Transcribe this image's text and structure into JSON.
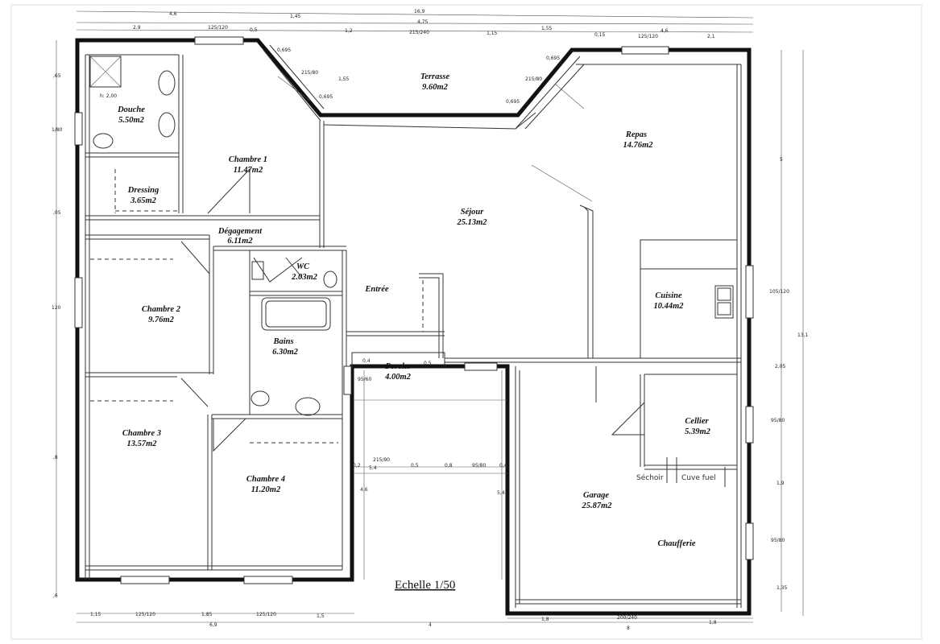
{
  "title": "Echelle 1/50",
  "rooms": {
    "terrasse": {
      "name": "Terrasse",
      "area": "9.60m2"
    },
    "douche": {
      "name": "Douche",
      "area": "5.50m2"
    },
    "chambre1": {
      "name": "Chambre 1",
      "area": "11.47m2"
    },
    "dressing": {
      "name": "Dressing",
      "area": "3.65m2"
    },
    "degagement": {
      "name": "Dégagement",
      "area": "6.11m2"
    },
    "wc": {
      "name": "WC",
      "area": "2.03m2"
    },
    "entree": {
      "name": "Entrée"
    },
    "sejour": {
      "name": "Séjour",
      "area": "25.13m2"
    },
    "repas": {
      "name": "Repas",
      "area": "14.76m2"
    },
    "cuisine": {
      "name": "Cuisine",
      "area": "10.44m2"
    },
    "chambre2": {
      "name": "Chambre 2",
      "area": "9.76m2"
    },
    "bains": {
      "name": "Bains",
      "area": "6.30m2"
    },
    "porche": {
      "name": "Porche",
      "area": "4.00m2"
    },
    "cellier": {
      "name": "Cellier",
      "area": "5.39m2"
    },
    "chambre3": {
      "name": "Chambre 3",
      "area": "13.57m2"
    },
    "chambre4": {
      "name": "Chambre 4",
      "area": "11.20m2"
    },
    "garage": {
      "name": "Garage",
      "area": "25.87m2"
    },
    "chaufferie": {
      "name": "Chaufferie"
    }
  },
  "annotations": {
    "h_douche": "h: 2,00",
    "sechoir": "Séchoir",
    "cuve_fuel": "Cuve fuel"
  },
  "dims_top_row1": [
    "4,6",
    "1,45",
    "16,9",
    "4,75",
    "4,6"
  ],
  "dims_top_row2": [
    "2,9",
    "125/120",
    "0,5",
    "1,2",
    "215/240",
    "1,15",
    "1,55",
    "0,15",
    "125/120",
    "2,1"
  ],
  "dims_bottom": [
    "1,15",
    "125/120",
    "1,85",
    "125/120",
    "1,5",
    "1,8",
    "200/240",
    "1,8"
  ],
  "dims_bottom_total": [
    "6,9",
    "4",
    "8"
  ],
  "dims_left": [
    ",65",
    "1/80",
    ",05",
    "120",
    ",8",
    ",6"
  ],
  "dims_right": [
    "5",
    "105/120",
    "13,1",
    "2,05",
    "95/80",
    "1,9",
    "95/80",
    "1,35"
  ],
  "dims_center": [
    "0,695",
    "215/80",
    "0,695",
    "1,55",
    "0,695",
    "215/80",
    "0,695",
    "0,4",
    "0,5",
    "95/60",
    "215/90",
    "0,2",
    "5,4",
    "0,5",
    "0,8",
    "95/80",
    "0,4",
    "4,6",
    "5,4"
  ]
}
